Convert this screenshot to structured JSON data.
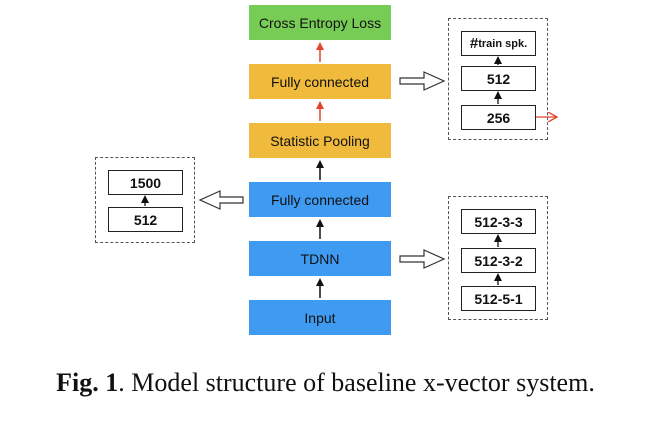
{
  "main_stack": [
    {
      "label": "Cross Entropy Loss",
      "color": "#77cc55"
    },
    {
      "label": "Fully connected",
      "color": "#f0ba3c"
    },
    {
      "label": "Statistic Pooling",
      "color": "#f0ba3c"
    },
    {
      "label": "Fully connected",
      "color": "#3f9bf2"
    },
    {
      "label": "TDNN",
      "color": "#3f9bf2"
    },
    {
      "label": "Input",
      "color": "#3f9bf2"
    }
  ],
  "right_top": {
    "hash": "#",
    "train": "train spk.",
    "mid": "512",
    "bottom": "256"
  },
  "left_detail": {
    "top": "1500",
    "bottom": "512"
  },
  "right_bottom": {
    "top": "512-3-3",
    "mid": "512-3-2",
    "bottom": "512-5-1"
  },
  "caption": {
    "fig": "Fig. 1",
    "text": ". Model structure of baseline x-vector system."
  },
  "colors": {
    "arrow": "#111111",
    "red_arrow": "#e0442c"
  }
}
